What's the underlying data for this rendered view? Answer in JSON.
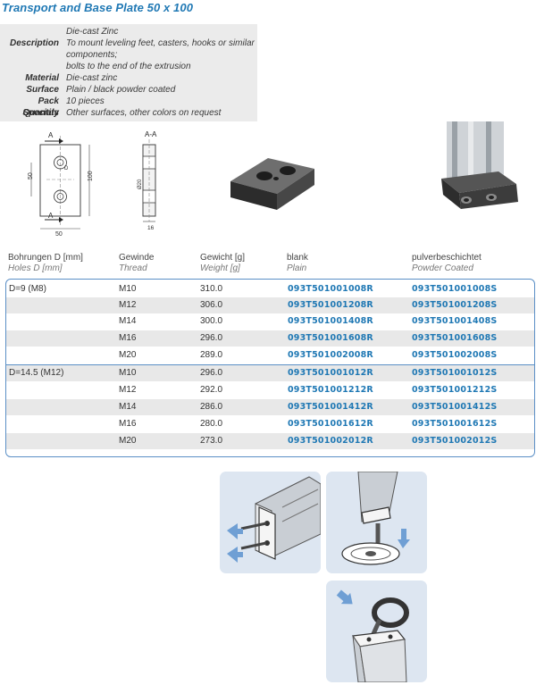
{
  "title": "Transport and Base Plate 50 x 100",
  "specs": [
    {
      "key": "",
      "value": "Die-cast Zinc"
    },
    {
      "key": "Description",
      "value": "To mount leveling feet, casters, hooks or similar"
    },
    {
      "key": "",
      "value": "components;"
    },
    {
      "key": "",
      "value": "bolts to the end of the extrusion"
    },
    {
      "key": "Material",
      "value": "Die-cast zinc"
    },
    {
      "key": "Surface",
      "value": "Plain / black powder coated"
    },
    {
      "key": "Pack Quantity",
      "value": "10 pieces"
    },
    {
      "key": "Specials",
      "value": "Other surfaces, other colors on request"
    }
  ],
  "drawing": {
    "section_a_top": "A",
    "section_a_bottom": "A",
    "dim_50_side": "50",
    "dim_100": "100",
    "dim_50_bottom": "50",
    "dim_d": "D",
    "section_label": "A-A",
    "dim_phi": "Ø20",
    "dim_16": "16"
  },
  "table": {
    "headers": [
      {
        "de": "Bohrungen D [mm]",
        "en": "Holes D [mm]"
      },
      {
        "de": "Gewinde",
        "en": "Thread"
      },
      {
        "de": "Gewicht [g]",
        "en": "Weight [g]"
      },
      {
        "de": "blank",
        "en": "Plain"
      },
      {
        "de": "pulverbeschichtet",
        "en": "Powder Coated"
      }
    ],
    "rows": [
      {
        "group": "D=9 (M8)",
        "thread": "M10",
        "weight": "310.0",
        "plain": "093T501001008R",
        "coated": "093T501001008S"
      },
      {
        "group": "",
        "thread": "M12",
        "weight": "306.0",
        "plain": "093T501001208R",
        "coated": "093T501001208S"
      },
      {
        "group": "",
        "thread": "M14",
        "weight": "300.0",
        "plain": "093T501001408R",
        "coated": "093T501001408S"
      },
      {
        "group": "",
        "thread": "M16",
        "weight": "296.0",
        "plain": "093T501001608R",
        "coated": "093T501001608S"
      },
      {
        "group": "",
        "thread": "M20",
        "weight": "289.0",
        "plain": "093T501002008R",
        "coated": "093T501002008S"
      },
      {
        "group": "D=14.5 (M12)",
        "thread": "M10",
        "weight": "296.0",
        "plain": "093T501001012R",
        "coated": "093T501001012S"
      },
      {
        "group": "",
        "thread": "M12",
        "weight": "292.0",
        "plain": "093T501001212R",
        "coated": "093T501001212S"
      },
      {
        "group": "",
        "thread": "M14",
        "weight": "286.0",
        "plain": "093T501001412R",
        "coated": "093T501001412S"
      },
      {
        "group": "",
        "thread": "M16",
        "weight": "280.0",
        "plain": "093T501001612R",
        "coated": "093T501001612S"
      },
      {
        "group": "",
        "thread": "M20",
        "weight": "273.0",
        "plain": "093T501002012R",
        "coated": "093T501002012S"
      }
    ]
  },
  "colors": {
    "accent": "#1f78b4",
    "border": "#5b8fc6",
    "panel": "#dde6f1",
    "stripe": "#e8e8e8"
  }
}
